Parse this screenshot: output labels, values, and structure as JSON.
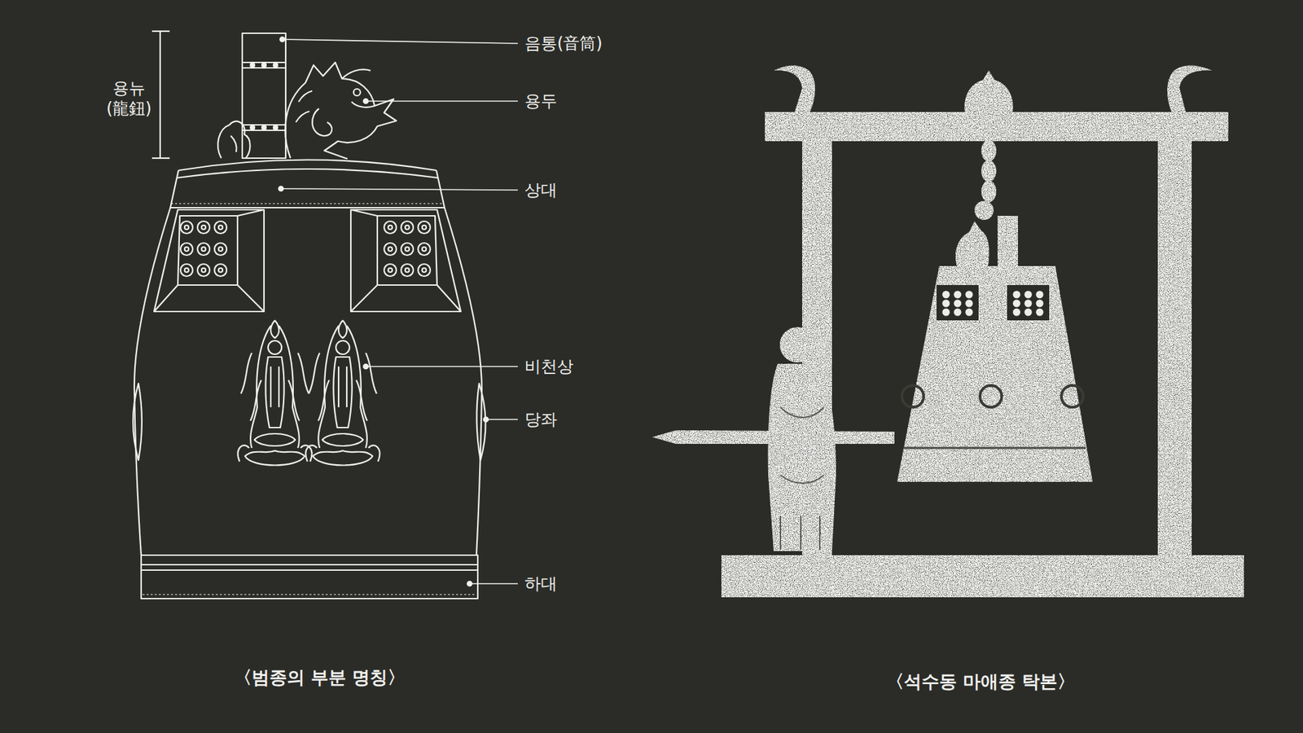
{
  "diagram": {
    "labels": [
      "음통(音筒)",
      "용뉴 (龍鈕)",
      "용두",
      "상대",
      "비천상",
      "당좌",
      "하대",
      "〈범종의 부분 명칭〉",
      "〈석수동 마애종 탁본〉"
    ]
  }
}
